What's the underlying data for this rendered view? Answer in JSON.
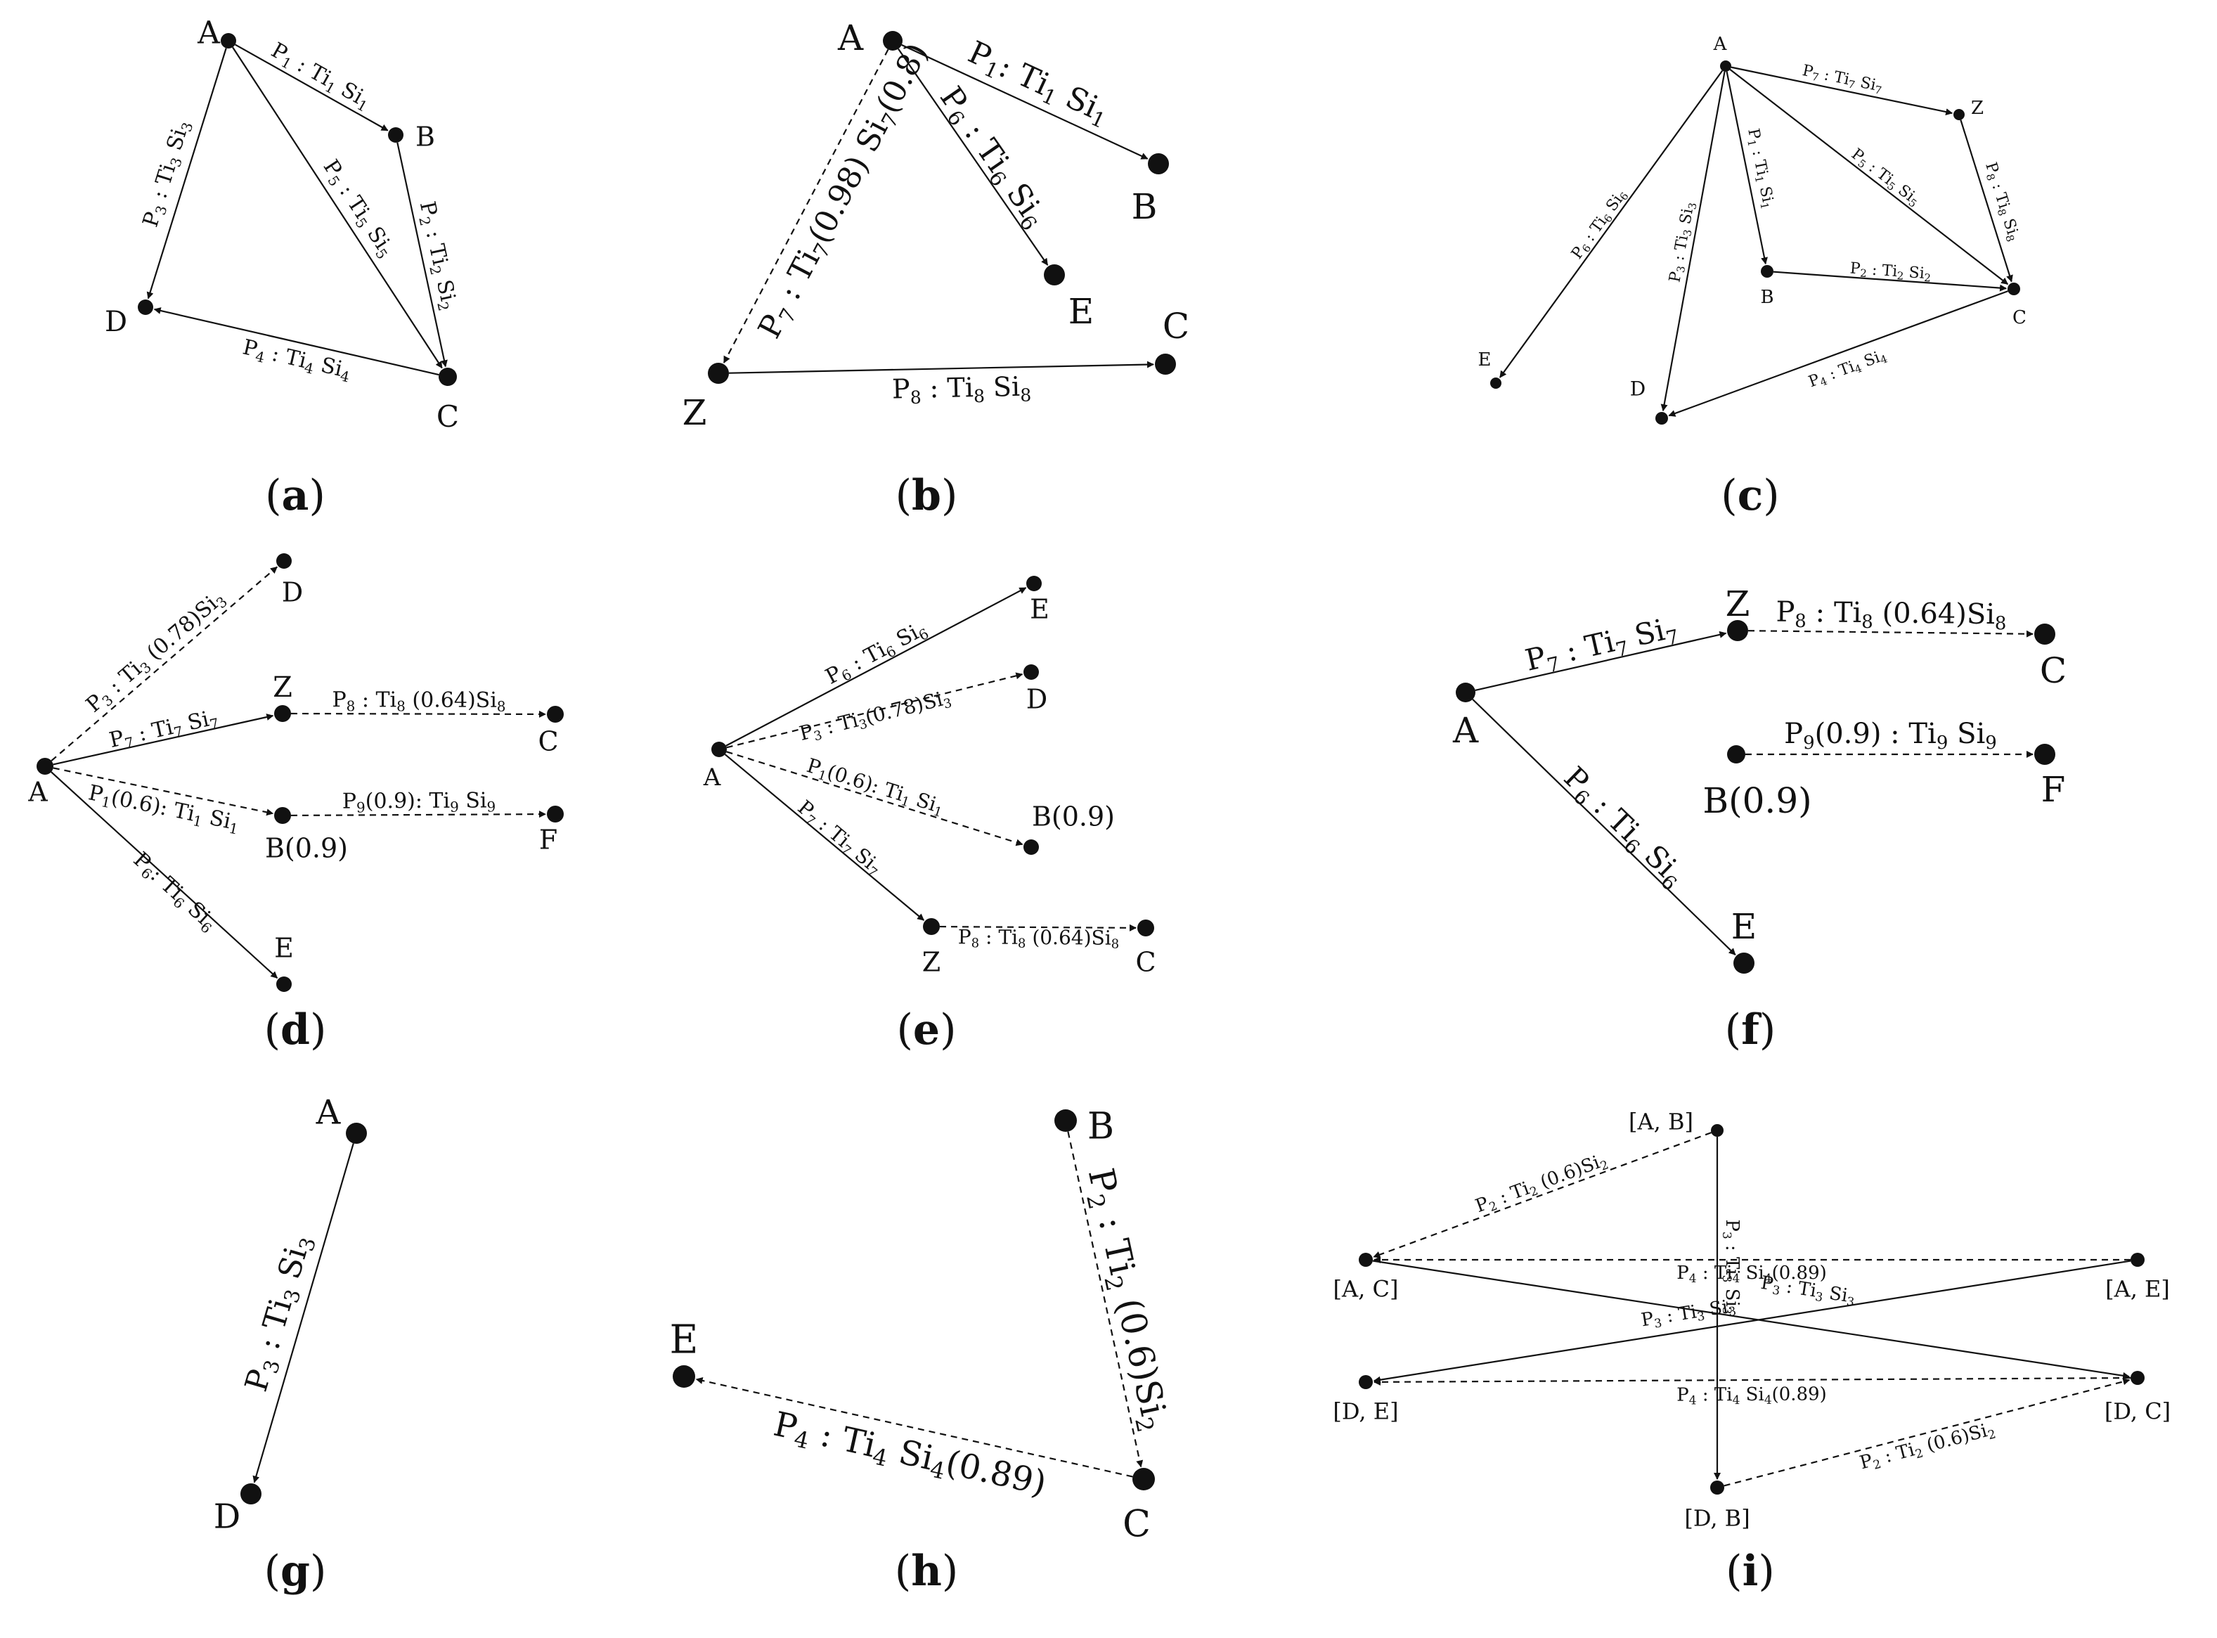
{
  "colors": {
    "ink": "#111111",
    "background": "#ffffff"
  },
  "panels": [
    {
      "id": "a",
      "label": "a",
      "nodes": [
        {
          "id": "A",
          "label": "A"
        },
        {
          "id": "B",
          "label": "B"
        },
        {
          "id": "C",
          "label": "C"
        },
        {
          "id": "D",
          "label": "D"
        }
      ],
      "edges": [
        {
          "from": "A",
          "to": "B",
          "label": "P1 : Ti1 Si1",
          "style": "solid"
        },
        {
          "from": "B",
          "to": "C",
          "label": "P2 : Ti2 Si2",
          "style": "solid"
        },
        {
          "from": "A",
          "to": "D",
          "label": "P3 : Ti3 Si3",
          "style": "solid"
        },
        {
          "from": "C",
          "to": "D",
          "label": "P4 : Ti4 Si4",
          "style": "solid"
        },
        {
          "from": "A",
          "to": "C",
          "label": "P5 : Ti5 Si5",
          "style": "solid"
        }
      ]
    },
    {
      "id": "b",
      "label": "b",
      "nodes": [
        {
          "id": "A",
          "label": "A"
        },
        {
          "id": "B",
          "label": "B"
        },
        {
          "id": "E",
          "label": "E"
        },
        {
          "id": "Z",
          "label": "Z"
        },
        {
          "id": "C",
          "label": "C"
        }
      ],
      "edges": [
        {
          "from": "A",
          "to": "B",
          "label": "P1: Ti1 Si1",
          "style": "solid"
        },
        {
          "from": "A",
          "to": "E",
          "label": "P6 : Ti6 Si6",
          "style": "solid"
        },
        {
          "from": "A",
          "to": "Z",
          "label": "P7 : Ti7(0.98) Si7(0.8)",
          "style": "dashed"
        },
        {
          "from": "Z",
          "to": "C",
          "label": "P8 : Ti8 Si8",
          "style": "solid"
        }
      ]
    },
    {
      "id": "c",
      "label": "c",
      "nodes": [
        {
          "id": "A",
          "label": "A"
        },
        {
          "id": "Z",
          "label": "Z"
        },
        {
          "id": "B",
          "label": "B"
        },
        {
          "id": "C",
          "label": "C"
        },
        {
          "id": "D",
          "label": "D"
        },
        {
          "id": "E",
          "label": "E"
        }
      ],
      "edges": [
        {
          "from": "A",
          "to": "Z",
          "label": "P7 : Ti7 Si7",
          "style": "solid"
        },
        {
          "from": "Z",
          "to": "C",
          "label": "P8 : Ti8 Si8",
          "style": "solid"
        },
        {
          "from": "A",
          "to": "C",
          "label": "P5 : Ti5 Si5",
          "style": "solid"
        },
        {
          "from": "A",
          "to": "B",
          "label": "P1 : Ti1 Si1",
          "style": "solid"
        },
        {
          "from": "B",
          "to": "C",
          "label": "P2 : Ti2 Si2",
          "style": "solid"
        },
        {
          "from": "A",
          "to": "D",
          "label": "P3 : Ti3 Si3",
          "style": "solid"
        },
        {
          "from": "A",
          "to": "E",
          "label": "P6 : Ti6 Si6",
          "style": "solid"
        },
        {
          "from": "C",
          "to": "D",
          "label": "P4 : Ti4 Si4",
          "style": "solid"
        }
      ]
    },
    {
      "id": "d",
      "label": "d",
      "nodes": [
        {
          "id": "A",
          "label": "A"
        },
        {
          "id": "D",
          "label": "D"
        },
        {
          "id": "Z",
          "label": "Z"
        },
        {
          "id": "C",
          "label": "C"
        },
        {
          "id": "B",
          "label": "B(0.9)"
        },
        {
          "id": "F",
          "label": "F"
        },
        {
          "id": "E",
          "label": "E"
        }
      ],
      "edges": [
        {
          "from": "A",
          "to": "D",
          "label": "P3 : Ti3 (0.78)Si3",
          "style": "dashed"
        },
        {
          "from": "A",
          "to": "Z",
          "label": "P7 : Ti7 Si7",
          "style": "solid"
        },
        {
          "from": "Z",
          "to": "C",
          "label": "P8 : Ti8 (0.64)Si8",
          "style": "dashed"
        },
        {
          "from": "A",
          "to": "B",
          "label": "P1(0.6): Ti1 Si1",
          "style": "dashed"
        },
        {
          "from": "B",
          "to": "F",
          "label": "P9(0.9): Ti9 Si9",
          "style": "dashed"
        },
        {
          "from": "A",
          "to": "E",
          "label": "P6: Ti6 Si6",
          "style": "solid"
        }
      ]
    },
    {
      "id": "e",
      "label": "e",
      "nodes": [
        {
          "id": "A",
          "label": "A"
        },
        {
          "id": "E",
          "label": "E"
        },
        {
          "id": "D",
          "label": "D"
        },
        {
          "id": "B",
          "label": "B(0.9)"
        },
        {
          "id": "Z",
          "label": "Z"
        },
        {
          "id": "C",
          "label": "C"
        }
      ],
      "edges": [
        {
          "from": "A",
          "to": "E",
          "label": "P6 : Ti6 Si6",
          "style": "solid"
        },
        {
          "from": "A",
          "to": "D",
          "label": "P3 : Ti3(0.78)Si3",
          "style": "dashed"
        },
        {
          "from": "A",
          "to": "B",
          "label": "P1(0.6): Ti1 Si1",
          "style": "dashed"
        },
        {
          "from": "A",
          "to": "Z",
          "label": "P7 : Ti7 Si7",
          "style": "solid"
        },
        {
          "from": "Z",
          "to": "C",
          "label": "P8 : Ti8 (0.64)Si8",
          "style": "dashed"
        }
      ]
    },
    {
      "id": "f",
      "label": "f",
      "nodes": [
        {
          "id": "A",
          "label": "A"
        },
        {
          "id": "Z",
          "label": "Z"
        },
        {
          "id": "C",
          "label": "C"
        },
        {
          "id": "B",
          "label": "B(0.9)"
        },
        {
          "id": "F",
          "label": "F"
        },
        {
          "id": "E",
          "label": "E"
        }
      ],
      "edges": [
        {
          "from": "A",
          "to": "Z",
          "label": "P7 : Ti7 Si7",
          "style": "solid"
        },
        {
          "from": "Z",
          "to": "C",
          "label": "P8 : Ti8 (0.64)Si8",
          "style": "dashed"
        },
        {
          "from": "B",
          "to": "F",
          "label": "P9(0.9) : Ti9 Si9",
          "style": "dashed"
        },
        {
          "from": "A",
          "to": "E",
          "label": "P6 : Ti6 Si6",
          "style": "solid"
        }
      ]
    },
    {
      "id": "g",
      "label": "g",
      "nodes": [
        {
          "id": "A",
          "label": "A"
        },
        {
          "id": "D",
          "label": "D"
        }
      ],
      "edges": [
        {
          "from": "A",
          "to": "D",
          "label": "P3 : Ti3 Si3",
          "style": "solid"
        }
      ]
    },
    {
      "id": "h",
      "label": "h",
      "nodes": [
        {
          "id": "B",
          "label": "B"
        },
        {
          "id": "C",
          "label": "C"
        },
        {
          "id": "E",
          "label": "E"
        }
      ],
      "edges": [
        {
          "from": "B",
          "to": "C",
          "label": "P2 : Ti2 (0.6)Si2",
          "style": "dashed"
        },
        {
          "from": "C",
          "to": "E",
          "label": "P4 : Ti4 Si4(0.89)",
          "style": "dashed"
        }
      ]
    },
    {
      "id": "i",
      "label": "i",
      "nodes": [
        {
          "id": "AB",
          "label": "[A, B]"
        },
        {
          "id": "AC",
          "label": "[A, C]"
        },
        {
          "id": "AE",
          "label": "[A, E]"
        },
        {
          "id": "DE",
          "label": "[D, E]"
        },
        {
          "id": "DC",
          "label": "[D, C]"
        },
        {
          "id": "DB",
          "label": "[D, B]"
        }
      ],
      "edges": [
        {
          "from": "AB",
          "to": "AC",
          "label": "P2 : Ti2 (0.6)Si2",
          "style": "dashed"
        },
        {
          "from": "AB",
          "to": "DB",
          "label": "P3 : Ti3 Si3",
          "style": "solid"
        },
        {
          "from": "AE",
          "to": "AC",
          "label": "P4 : Ti4 Si4(0.89)",
          "style": "dashed"
        },
        {
          "from": "AE",
          "to": "DE",
          "label": "P3 : Ti3 Si3",
          "style": "solid"
        },
        {
          "from": "AC",
          "to": "DC",
          "label": "P3 : Ti3 Si3",
          "style": "solid"
        },
        {
          "from": "DC",
          "to": "DE",
          "label": "P4 : Ti4 Si4(0.89)",
          "style": "dashed"
        },
        {
          "from": "DB",
          "to": "DC",
          "label": "P2 : Ti2 (0.6)Si2",
          "style": "dashed"
        }
      ]
    }
  ]
}
